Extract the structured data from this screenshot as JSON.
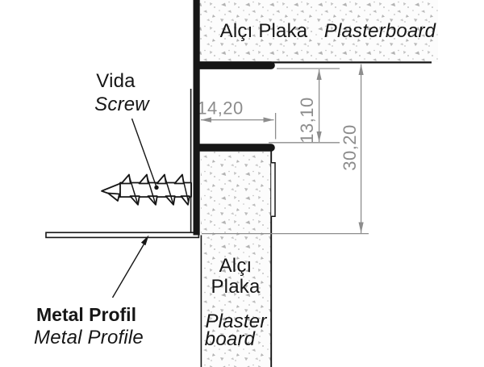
{
  "diagram": {
    "title_semantic": "plasterboard-shadow-gap-profile-detail",
    "labels": {
      "screw_tr": "Vida",
      "screw_en": "Screw",
      "ceiling_board_tr": "Alçı Plaka",
      "ceiling_board_en": "Plasterboard",
      "wall_board_tr_line1": "Alçı",
      "wall_board_tr_line2": "Plaka",
      "wall_board_en_line1": "Plaster",
      "wall_board_en_line2": "board",
      "metal_profile_tr": "Metal Profil",
      "metal_profile_en": "Metal Profile"
    },
    "dimensions": {
      "gap_width": "14,20",
      "gap_depth": "13,10",
      "total_height": "30,20"
    },
    "colors": {
      "line_black": "#161616",
      "dimension_gray": "#8d8d8d",
      "speckle_gray": "#b3b3b3",
      "background": "#ffffff"
    }
  }
}
